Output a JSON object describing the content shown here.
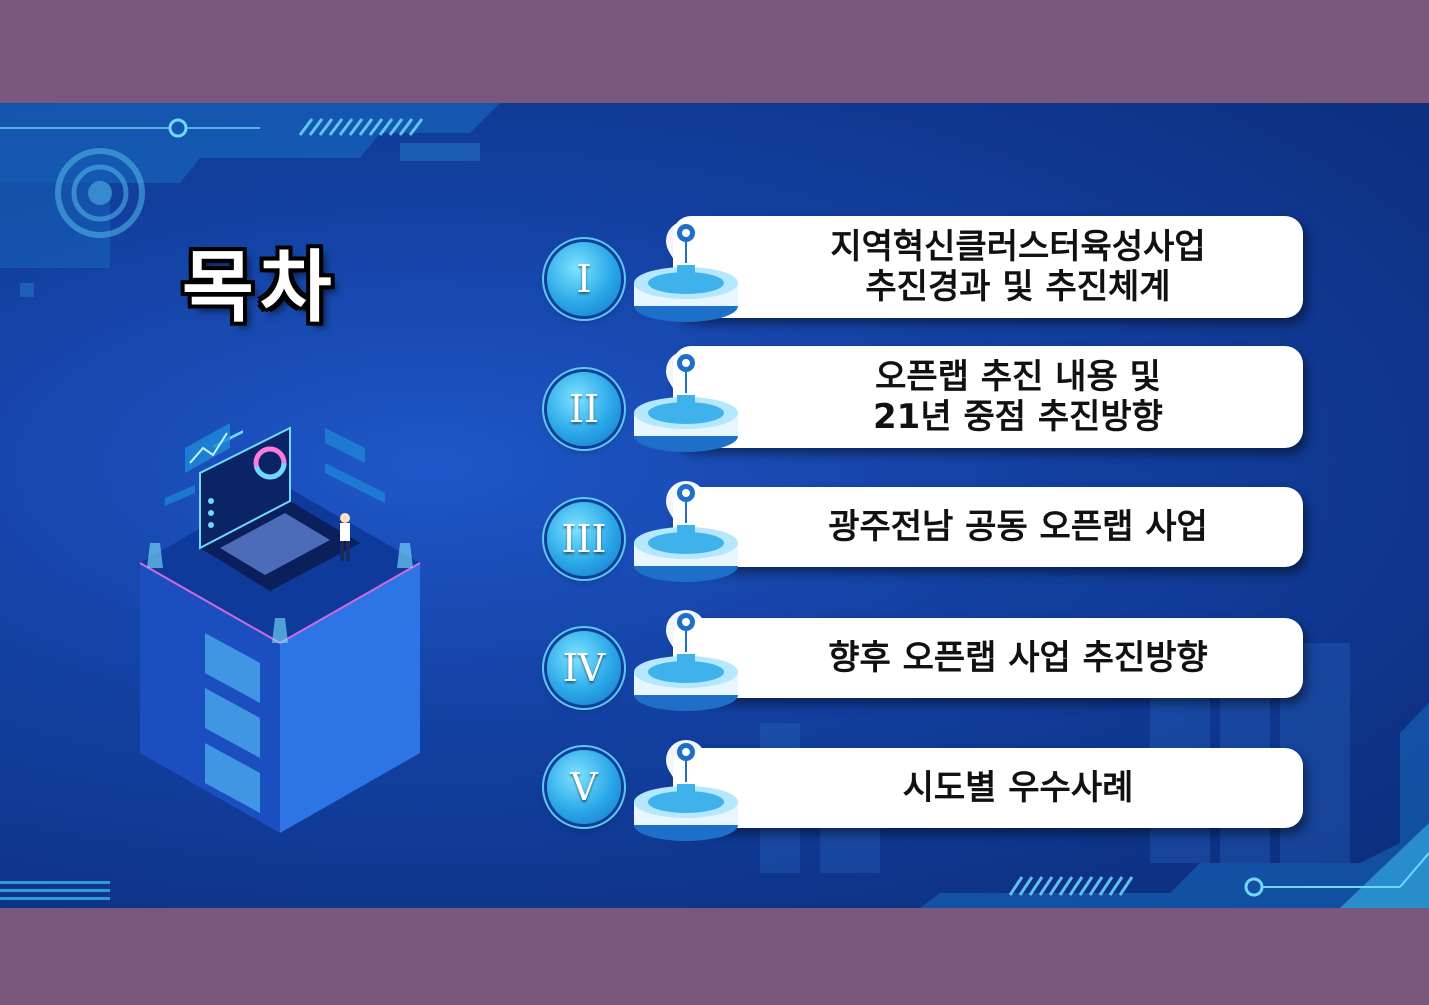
{
  "slide": {
    "title": "목차",
    "items": [
      {
        "numeral": "I",
        "text": "지역혁신클러스터육성사업\n추진경과 및 추진체계"
      },
      {
        "numeral": "II",
        "text": "오픈랩 추진 내용 및\n21년 중점 추진방향"
      },
      {
        "numeral": "III",
        "text": "광주전남 공동 오픈랩 사업"
      },
      {
        "numeral": "IV",
        "text": "향후 오픈랩 사업 추진방향"
      },
      {
        "numeral": "V",
        "text": "시도별 우수사례"
      }
    ]
  },
  "icons": {
    "item_icon": "lightbulb-gear-icon",
    "illustration": "isometric-laptop-server-illustration"
  },
  "colors": {
    "band": "#7a577d",
    "background": "#123f9f",
    "accent": "#2aa7e8",
    "card": "#ffffff"
  }
}
